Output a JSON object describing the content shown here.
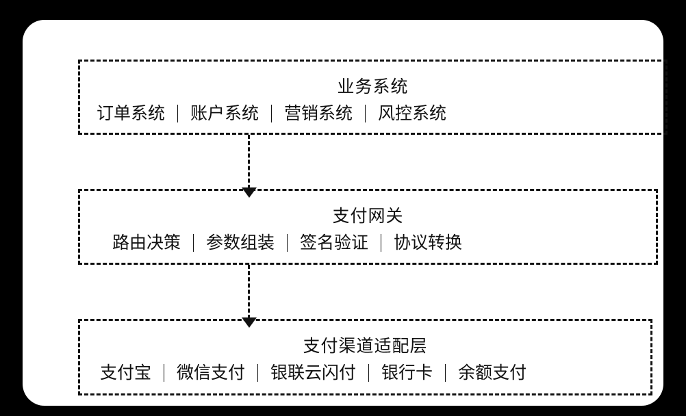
{
  "diagram": {
    "background_color": "#000000",
    "panel_color": "#ffffff",
    "stroke_color": "#111111",
    "layers": [
      {
        "id": "business-system",
        "title": "业务系统",
        "items": [
          "订单系统",
          "账户系统",
          "营销系统",
          "风控系统"
        ]
      },
      {
        "id": "payment-gateway",
        "title": "支付网关",
        "items": [
          "路由决策",
          "参数组装",
          "签名验证",
          "协议转换"
        ]
      },
      {
        "id": "payment-channel-adapter",
        "title": "支付渠道适配层",
        "items": [
          "支付宝",
          "微信支付",
          "银联云闪付",
          "银行卡",
          "余额支付"
        ]
      }
    ],
    "connectors": [
      {
        "id": "business-to-gateway",
        "from": "business-system",
        "to": "payment-gateway",
        "style": "dashed",
        "arrow": "down"
      },
      {
        "id": "gateway-to-adapter",
        "from": "payment-gateway",
        "to": "payment-channel-adapter",
        "style": "dashed",
        "arrow": "down"
      }
    ]
  }
}
